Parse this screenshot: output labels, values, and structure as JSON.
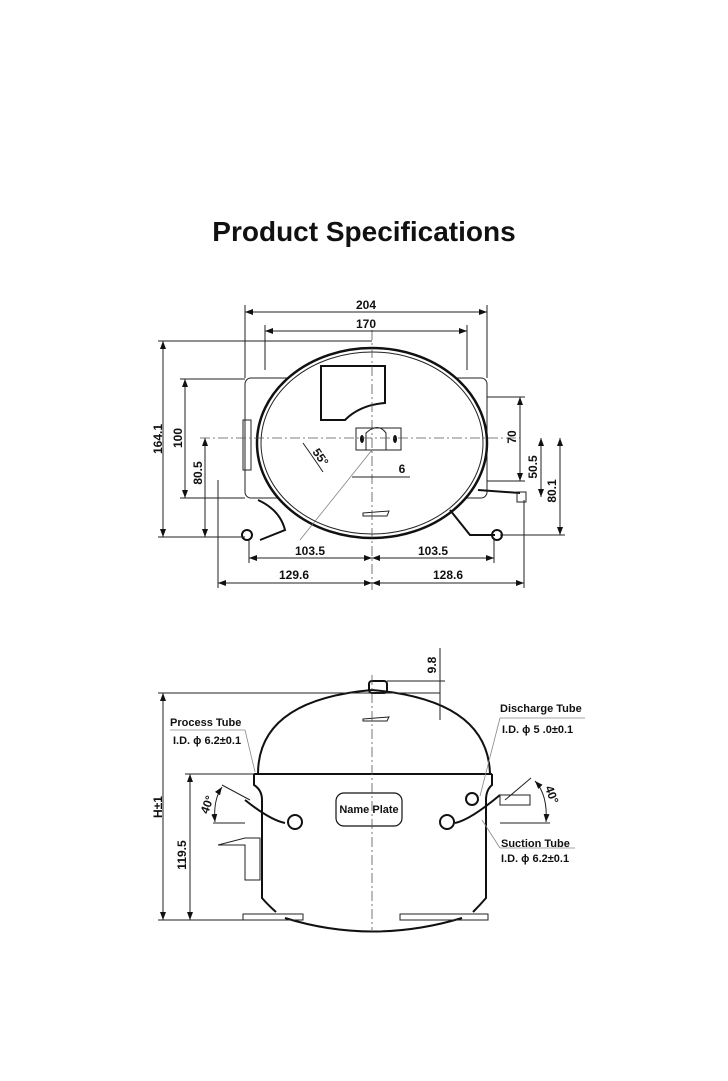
{
  "title": "Product Specifications",
  "top_view": {
    "dims": {
      "overall_width": "204",
      "shell_width": "170",
      "overall_depth": "164.1",
      "dim_100": "100",
      "dim_80_5": "80.5",
      "dim_70": "70",
      "dim_50_5": "50.5",
      "dim_80_1": "80.1",
      "left_foot": "103.5",
      "right_foot": "103.5",
      "left_tube": "129.6",
      "right_tube": "128.6",
      "slot": "6",
      "angle": "55°"
    }
  },
  "side_view": {
    "dims": {
      "height": "H±1",
      "band_height": "119.5",
      "cap": "9.8",
      "left_angle": "40°",
      "right_angle": "40°"
    },
    "name_plate": "Name Plate",
    "process_tube": {
      "label": "Process Tube",
      "id": "I.D. ϕ 6.2±0.1"
    },
    "discharge_tube": {
      "label": "Discharge Tube",
      "id": "I.D. ϕ 5 .0±0.1"
    },
    "suction_tube": {
      "label": "Suction Tube",
      "id": "I.D. ϕ 6.2±0.1"
    }
  }
}
